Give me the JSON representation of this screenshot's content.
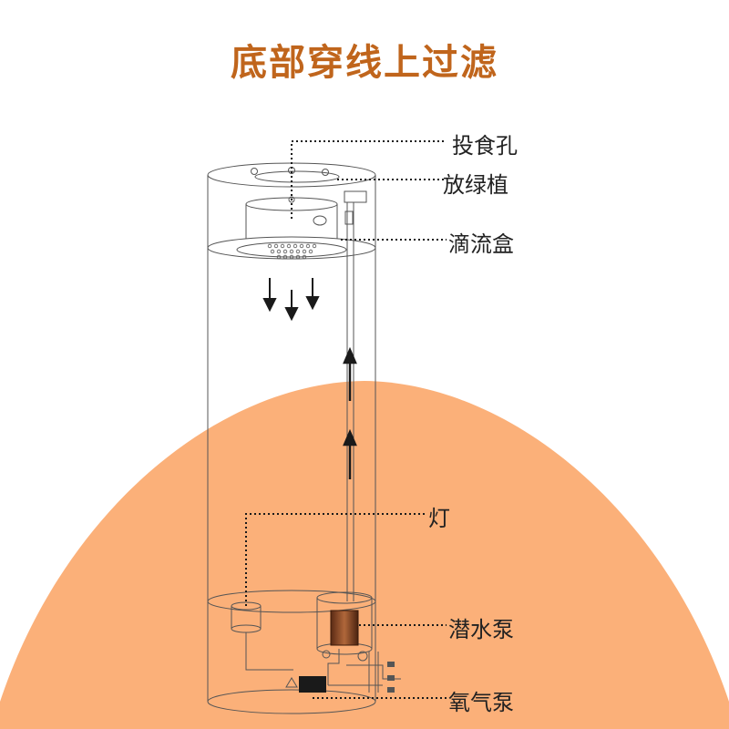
{
  "title": "底部穿线上过滤",
  "labels": {
    "feeding_hole": "投食孔",
    "plant_area": "放绿植",
    "drip_box": "滴流盒",
    "light": "灯",
    "submersible_pump": "潜水泵",
    "air_pump": "氧气泵"
  },
  "colors": {
    "title": "#c0651c",
    "mound": "#fbb079",
    "line": "#555555",
    "pump": "#8a4a2a",
    "air_pump": "#1a1a1a"
  }
}
